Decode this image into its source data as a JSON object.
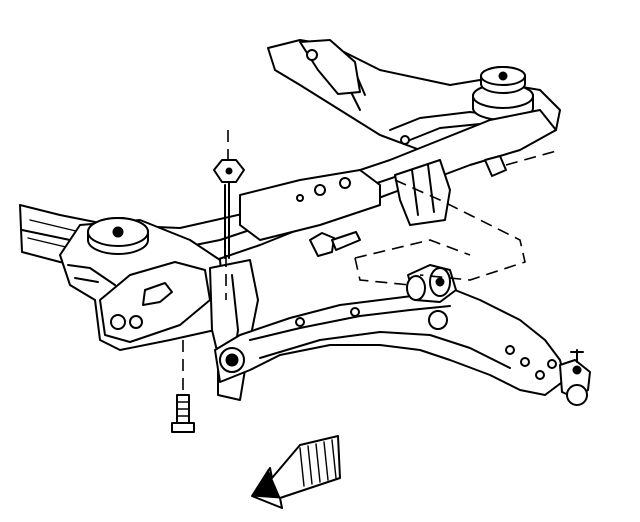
{
  "diagram": {
    "components": [
      {
        "id": "rear-crossmember",
        "icon": "crossmember-rear-icon"
      },
      {
        "id": "right-body-mount",
        "icon": "body-mount-icon"
      },
      {
        "id": "front-frame-rail",
        "icon": "frame-rail-icon"
      },
      {
        "id": "left-body-mount",
        "icon": "body-mount-icon"
      },
      {
        "id": "lower-control-arm",
        "icon": "control-arm-icon"
      },
      {
        "id": "ball-joint",
        "icon": "ball-joint-icon"
      },
      {
        "id": "control-arm-bushing",
        "icon": "bushing-icon"
      },
      {
        "id": "nut",
        "icon": "nut-icon"
      },
      {
        "id": "vertical-bolt",
        "icon": "bolt-icon"
      },
      {
        "id": "horizontal-bolt",
        "icon": "bolt-icon"
      },
      {
        "id": "front-direction-arrow",
        "icon": "arrow-icon"
      }
    ]
  }
}
